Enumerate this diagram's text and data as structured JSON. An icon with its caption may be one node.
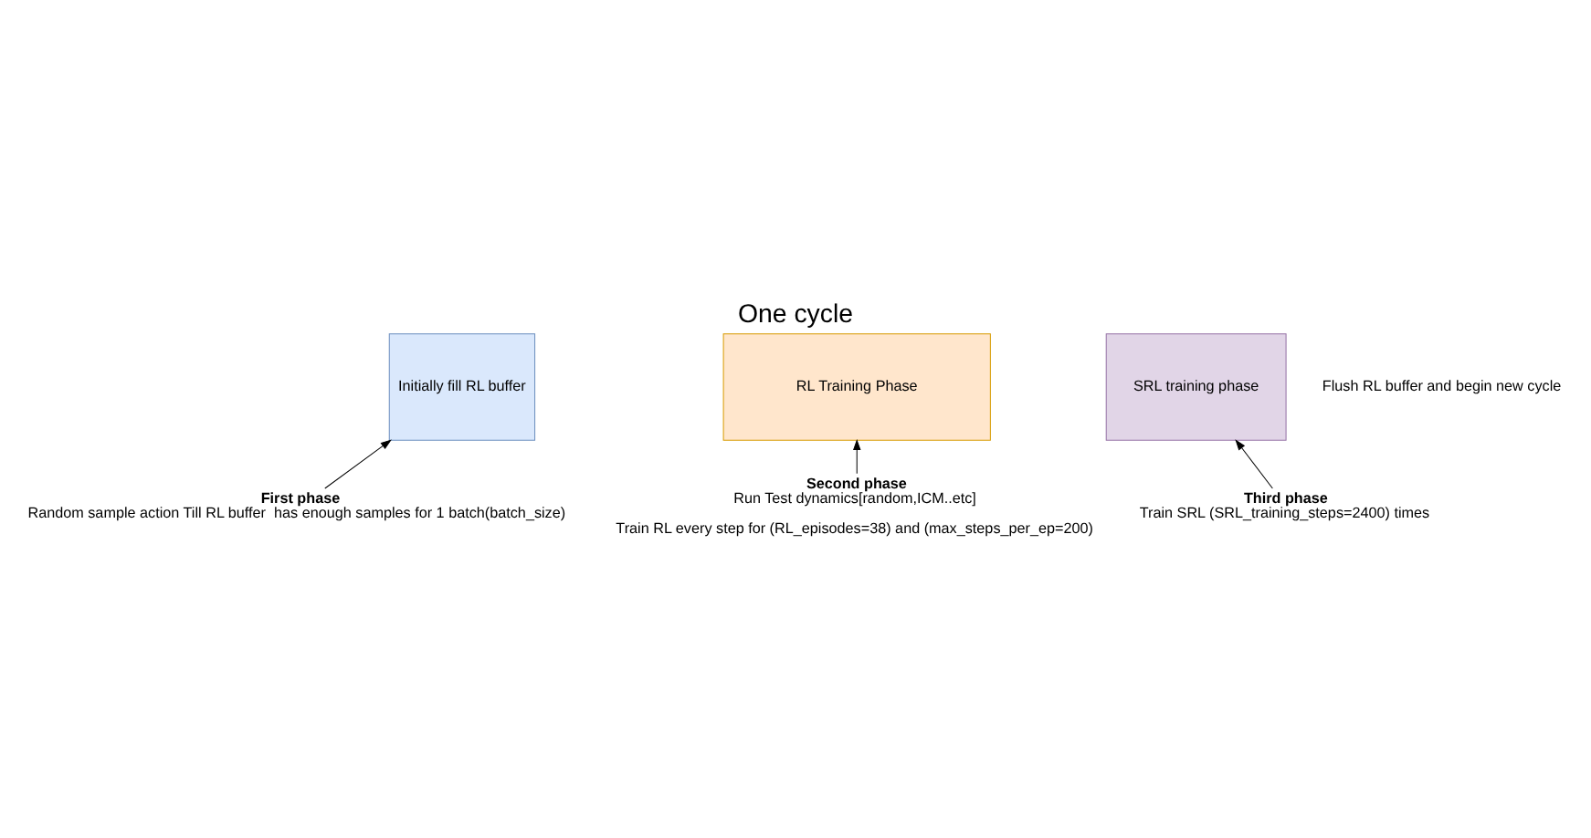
{
  "diagram": {
    "title": "One cycle",
    "nodes": [
      {
        "text": [
          "Initially fill RL buffer"
        ]
      },
      {
        "text": [
          "RL Training Phase"
        ]
      },
      {
        "text": [
          "SRL training phase"
        ]
      },
      {
        "text": [
          "First phase",
          "Random sample action Till RL buffer  has enough samples for 1 batch(batch_size)"
        ]
      },
      {
        "text": [
          "Second phase",
          "Run Test dynamics[random,ICM..etc]",
          "Train RL every step for (RL_episodes=38) and (max_steps_per_ep=200)"
        ]
      },
      {
        "text": [
          "Third phase",
          "Train SRL (SRL_training_steps=2400) times"
        ]
      }
    ],
    "edges": [
      {
        "from": 3,
        "to": 0,
        "arrow": "to"
      },
      {
        "from": 4,
        "to": 1,
        "arrow": "to"
      },
      {
        "from": 5,
        "to": 2,
        "arrow": "to"
      }
    ],
    "labels": [
      "Flush RL buffer and begin new cycle"
    ]
  }
}
